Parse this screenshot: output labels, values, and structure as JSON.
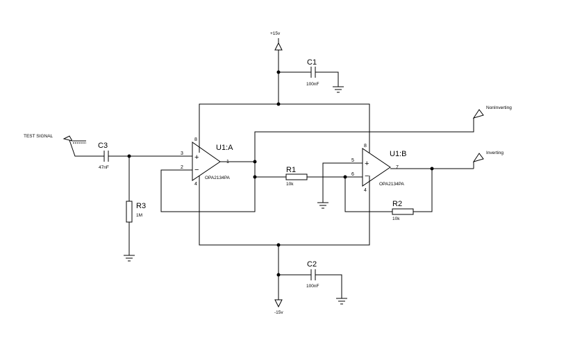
{
  "supply": {
    "positive": "+15v",
    "negative": "-15v"
  },
  "input_label": "TEST SIGNAL",
  "outputs": {
    "non_inverting": "NonInverting",
    "inverting": "Inverting"
  },
  "components": {
    "c1": {
      "ref": "C1",
      "value": "100nF"
    },
    "c2": {
      "ref": "C2",
      "value": "100nF"
    },
    "c3": {
      "ref": "C3",
      "value": "47nF"
    },
    "r1": {
      "ref": "R1",
      "value": "10k"
    },
    "r2": {
      "ref": "R2",
      "value": "10k"
    },
    "r3": {
      "ref": "R3",
      "value": "1M"
    },
    "u1a": {
      "ref": "U1:A",
      "part": "OPA2134PA",
      "pins": {
        "in_plus": "3",
        "in_minus": "2",
        "out": "1",
        "vplus": "8",
        "vminus": "4"
      }
    },
    "u1b": {
      "ref": "U1:B",
      "part": "OPA2134PA",
      "pins": {
        "in_plus": "5",
        "in_minus": "6",
        "out": "7",
        "vplus": "8",
        "vminus": "4"
      }
    }
  },
  "symbols": {
    "plus": "+",
    "minus": "−"
  }
}
